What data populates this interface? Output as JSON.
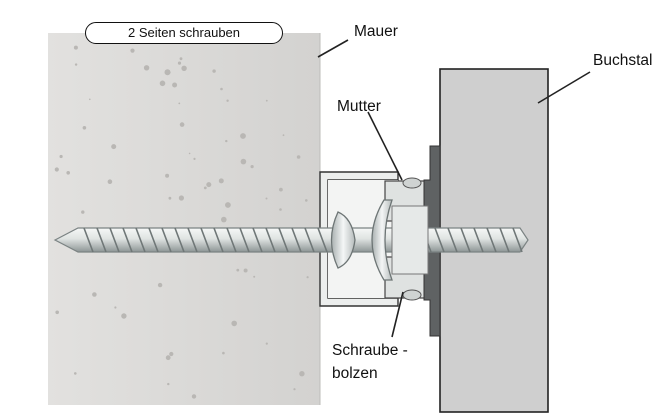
{
  "labels": {
    "top_note": "2 Seiten schrauben",
    "wall": "Mauer",
    "shelf": "Buchstal",
    "nut": "Mutter",
    "bolt_line1": "Schraube -",
    "bolt_line2": "bolzen"
  },
  "colors": {
    "wall_fill": "#d7d6d4",
    "shelf_fill": "#cfcfcf",
    "screw_light": "#eef0ef",
    "screw_dark": "#7d8585",
    "bracket": "#5f6263",
    "line": "#222222"
  }
}
